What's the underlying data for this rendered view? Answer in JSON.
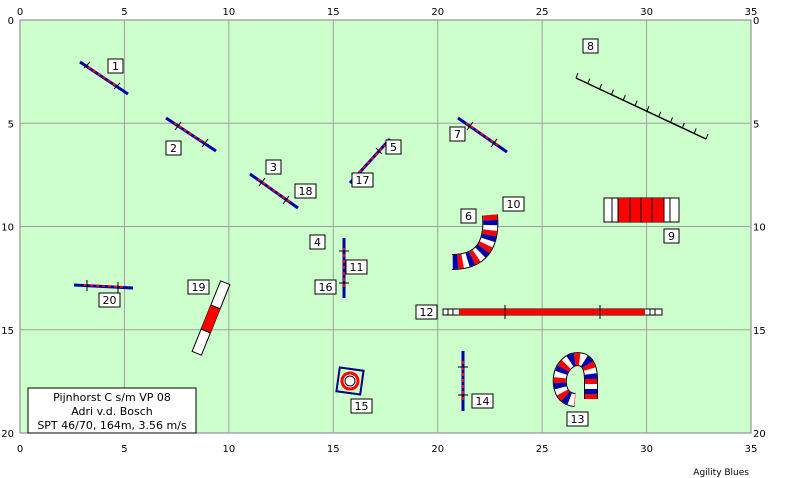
{
  "field": {
    "x_ticks": [
      "0",
      "5",
      "10",
      "15",
      "20",
      "25",
      "30",
      "35"
    ],
    "y_ticks": [
      "0",
      "5",
      "10",
      "15",
      "20"
    ],
    "background_color": "#ccffcc",
    "grid_color": "#a0a0a0"
  },
  "obstacles": {
    "labels": [
      "1",
      "2",
      "3",
      "4",
      "5",
      "6",
      "7",
      "8",
      "9",
      "10",
      "11",
      "12",
      "13",
      "14",
      "15",
      "16",
      "17",
      "18",
      "19",
      "20"
    ]
  },
  "info_box": {
    "line1": "Pijnhorst C s/m VP 08",
    "line2": "Adri v.d. Bosch",
    "line3": "SPT 46/70, 164m, 3.56 m/s"
  },
  "credit": "Agility Blues",
  "colors": {
    "red": "#ff0000",
    "blue": "#0000aa",
    "white": "#ffffff"
  }
}
